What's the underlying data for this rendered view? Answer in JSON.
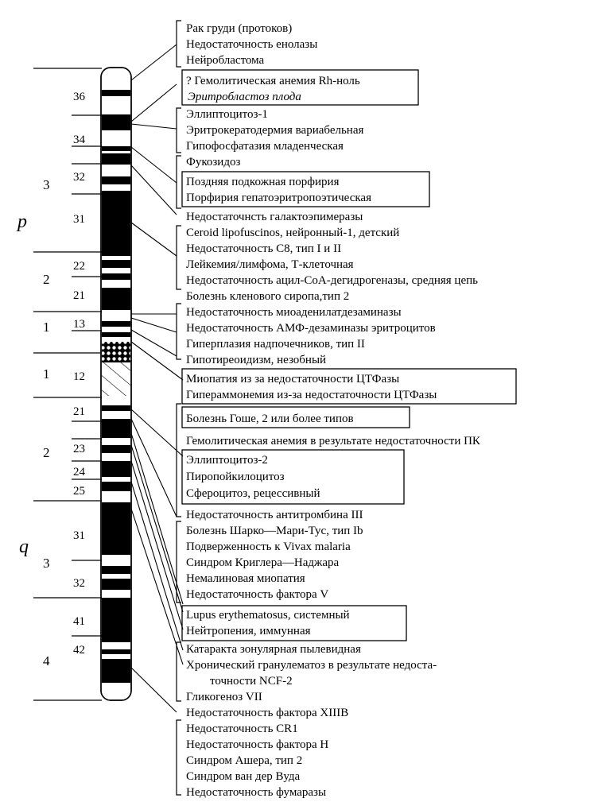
{
  "arms": {
    "p": "p",
    "q": "q"
  },
  "regions": [
    "3",
    "2",
    "1",
    "1",
    "2",
    "3",
    "4"
  ],
  "bands": [
    "36",
    "34",
    "32",
    "31",
    "22",
    "21",
    "13",
    "12",
    "21",
    "23",
    "24",
    "25",
    "31",
    "32",
    "41",
    "42"
  ],
  "disorders": [
    "Рак груди (протоков)",
    "Недостаточность енолазы",
    "Нейробластома",
    "? Гемолитическая анемия Rh-ноль",
    "Эритробластоз плода",
    "Эллиптоцитоз-1",
    "Эритрокератодермия вариабельная",
    "Гипофосфатазия младенческая",
    "Фукозидоз",
    "Поздняя подкожная порфирия",
    "Порфирия гепатоэритропоэтическая",
    "Недостаточнсть галактоэпимеразы",
    "Ceroid lipofuscinos, нейронный-1, детский",
    "Недостаточность С8, тип I и II",
    "Лейкемия/лимфома, Т-клеточная",
    "Недостаточность ацил-CoA-дегидрогеназы, средняя цепь",
    "Болезнь кленового сиропа,тип 2",
    "Недостаточность миоаденилатдезаминазы",
    "Недостаточность АМФ-дезаминазы эритроцитов",
    "Гиперплазия надпочечников, тип II",
    "Гипотиреоидизм, незобный",
    "Миопатия из за недостаточности ЦТФазы",
    "Гипераммонемия из-за недостаточности ЦТФазы",
    "Болезнь Гоше, 2 или более типов",
    "Гемолитическая анемия в результате недостаточности ПК",
    "Эллиптоцитоз-2",
    "Пиропойкилоцитоз",
    "Сфероцитоз, рецессивный",
    "Недостаточность антитромбина III",
    "Болезнь Шарко—Мари-Тус, тип Ib",
    "Подверженность к Vivax malaria",
    "Синдром Криглера—Наджара",
    "Немалиновая миопатия",
    "Недостаточность фактора V",
    "Lupus erythematosus, системный",
    "Нейтропения, иммунная",
    "Катаракта зонулярная пылевидная",
    "Хронический гранулематоз в результате недоста-",
    "точности NCF-2",
    "Гликогеноз VII",
    "Недостаточность фактора XIIIB",
    "Недостаточность CR1",
    "Недостаточность фактора Н",
    "Синдром Ашера, тип 2",
    "Синдром ван дер Вуда",
    "Недостаточность фумаразы"
  ]
}
